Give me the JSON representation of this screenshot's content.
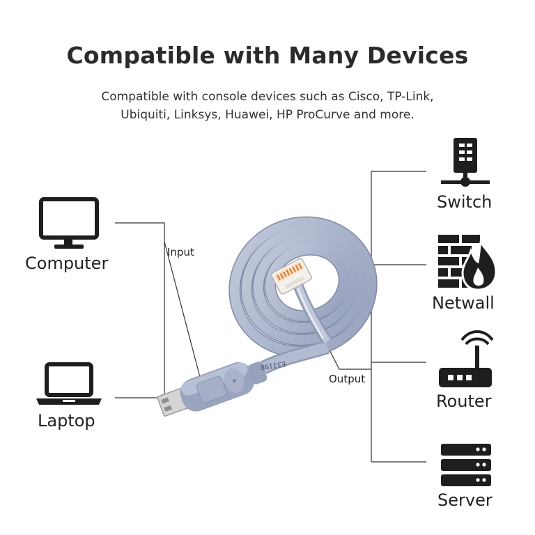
{
  "header": {
    "title": "Compatible with Many Devices",
    "subtitle_line1": "Compatible with console devices such as Cisco, TP-Link,",
    "subtitle_line2": "Ubiquiti, Linksys, Huawei, HP ProCurve and more."
  },
  "left_devices": {
    "computer": {
      "label": "Computer",
      "icon": "monitor-icon"
    },
    "laptop": {
      "label": "Laptop",
      "icon": "laptop-icon"
    }
  },
  "right_devices": {
    "switch": {
      "label": "Switch",
      "icon": "switch-icon"
    },
    "netwall": {
      "label": "Netwall",
      "icon": "firewall-icon"
    },
    "router": {
      "label": "Router",
      "icon": "router-icon"
    },
    "server": {
      "label": "Server",
      "icon": "server-icon"
    }
  },
  "cable": {
    "input_label": "Input",
    "output_label": "Output",
    "print_text": "E33198",
    "color": "#a9b3cc",
    "connectors": [
      "usb-a-connector",
      "rj45-connector"
    ]
  },
  "colors": {
    "icon": "#1e1e1e",
    "line": "#333333",
    "cable": "#a9b3cc",
    "text": "#222222"
  }
}
